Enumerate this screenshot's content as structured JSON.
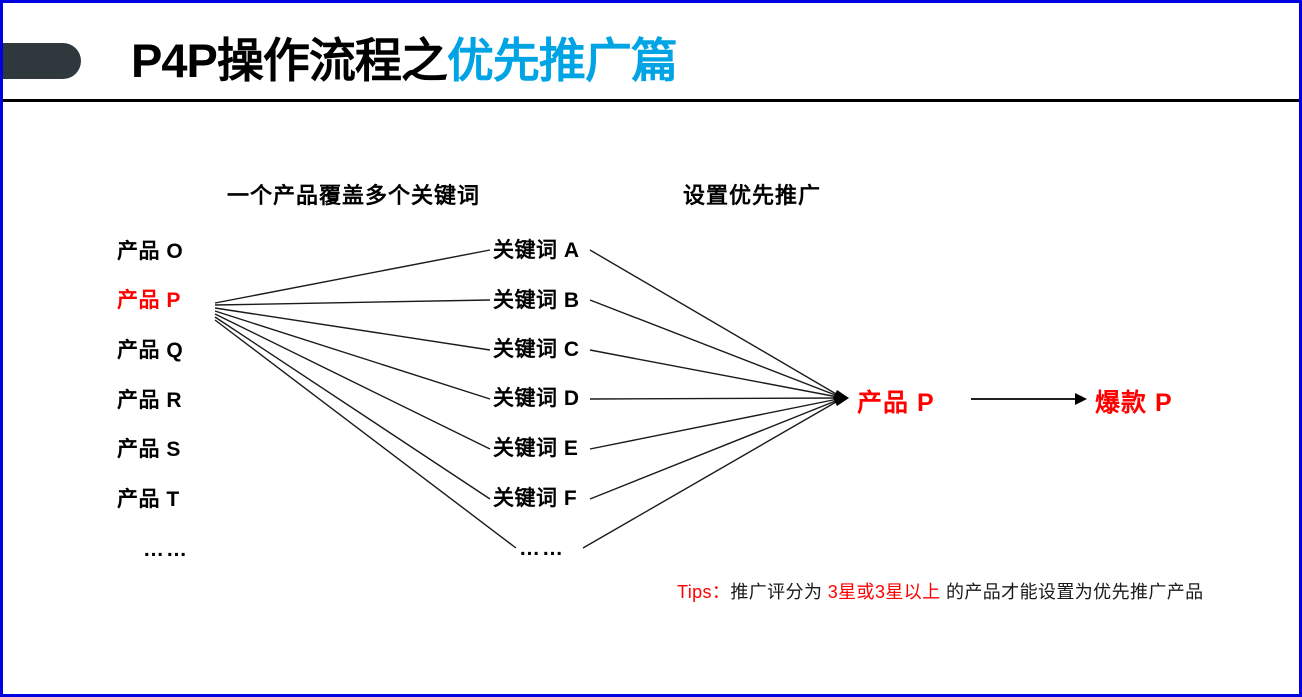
{
  "header": {
    "title_black": "P4P操作流程之",
    "title_cyan": "优先推广篇",
    "tab_badge": "",
    "accent_cyan": "#00a4e4",
    "tab_color": "#2f383d",
    "border_color": "#0000e0"
  },
  "diagram": {
    "column_headers": {
      "products": "一个产品覆盖多个关键词",
      "promotion": "设置优先推广"
    },
    "products": [
      {
        "label": "产品 O",
        "highlight": false
      },
      {
        "label": "产品 P",
        "highlight": true
      },
      {
        "label": "产品 Q",
        "highlight": false
      },
      {
        "label": "产品 R",
        "highlight": false
      },
      {
        "label": "产品 S",
        "highlight": false
      },
      {
        "label": "产品 T",
        "highlight": false
      },
      {
        "label": "……",
        "highlight": false
      }
    ],
    "keywords": [
      {
        "label": "关键词 A"
      },
      {
        "label": "关键词 B"
      },
      {
        "label": "关键词 C"
      },
      {
        "label": "关键词 D"
      },
      {
        "label": "关键词 E"
      },
      {
        "label": "关键词 F"
      },
      {
        "label": "……"
      }
    ],
    "result": {
      "source_label": "产品 P",
      "target_label": "爆款 P",
      "arrow": "→"
    },
    "tips": {
      "prefix": "Tips：",
      "text_1": "推广评分为 ",
      "highlight": "3星或3星以上",
      "text_2": " 的产品才能设置为优先推广产品",
      "highlight_color": "#ff0000"
    }
  }
}
